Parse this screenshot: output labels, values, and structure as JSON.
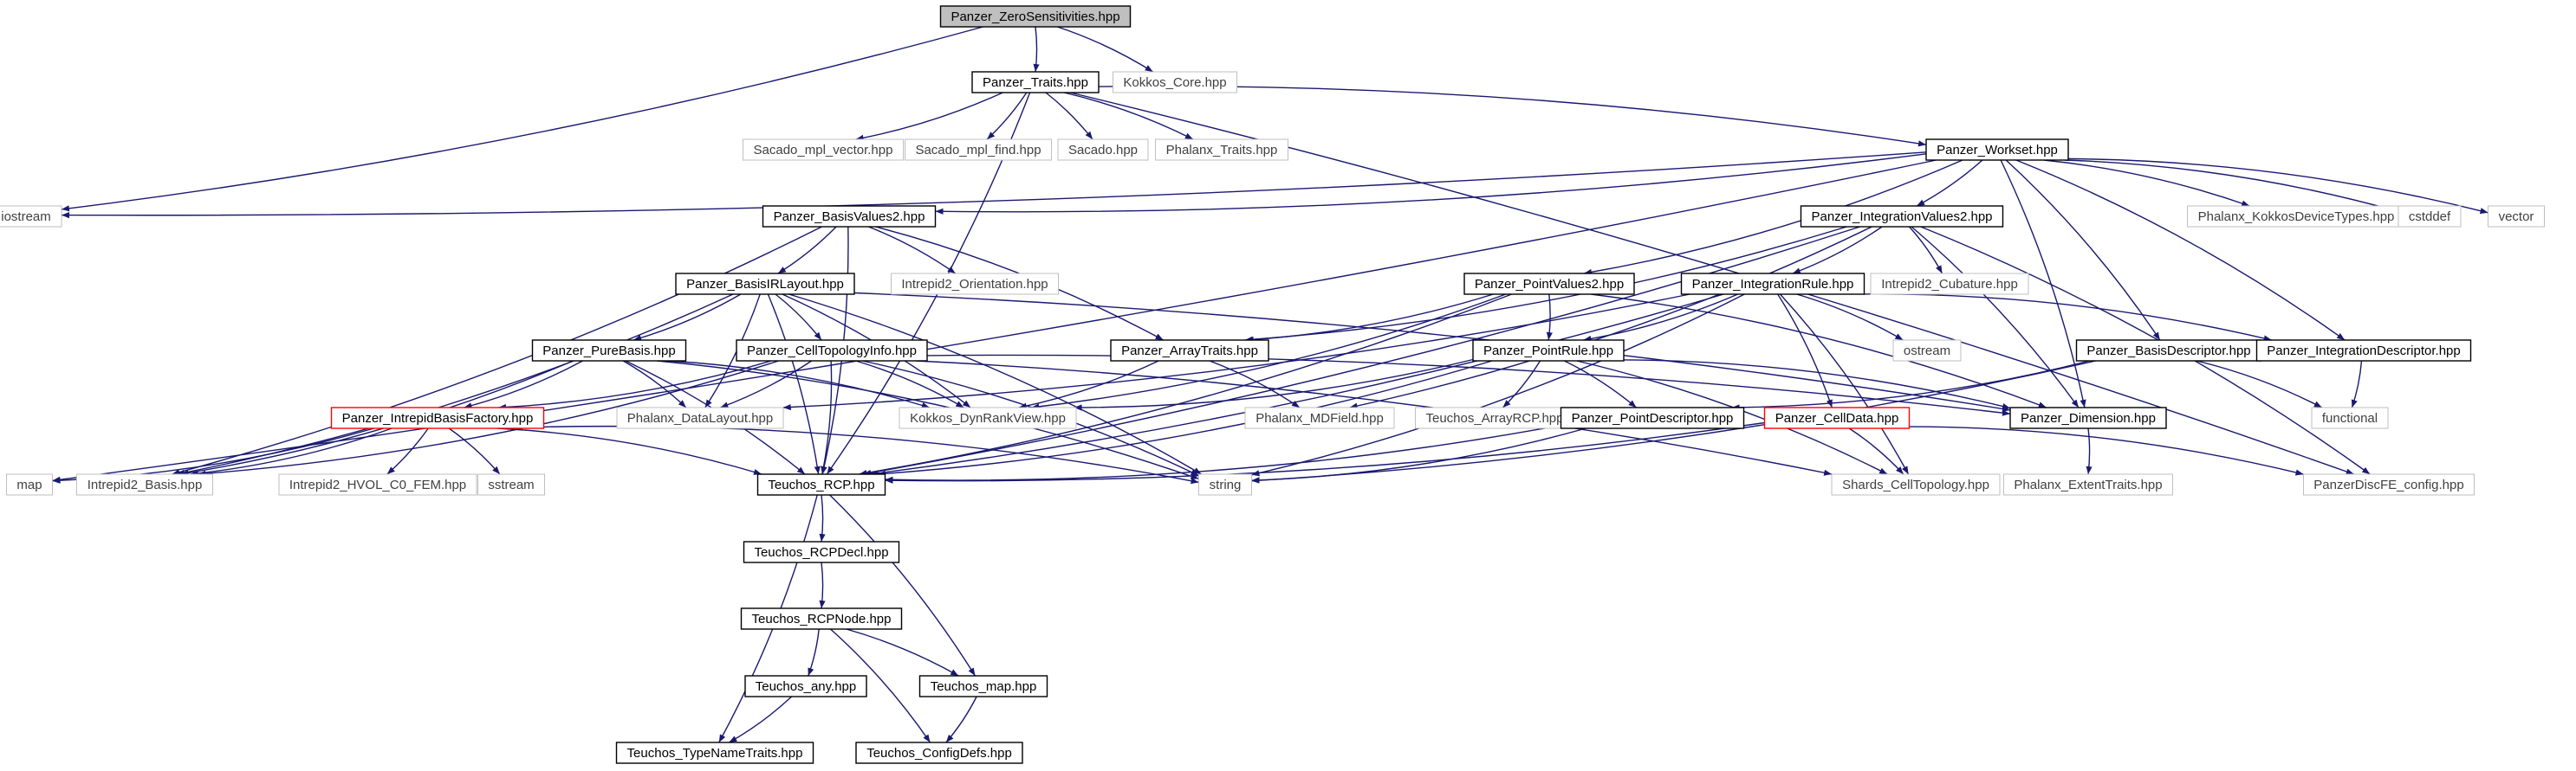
{
  "diagram": {
    "root": "root",
    "colors": {
      "edge": "#191970",
      "border_doc": "#000000",
      "border_ext": "#bfbfbf",
      "border_undoc": "#ff0000",
      "fill_root": "#bfbfbf",
      "fill": "#ffffff",
      "text_doc": "#000000",
      "text_ext": "#404040"
    },
    "nodes": [
      {
        "id": "root",
        "label": "Panzer_ZeroSensitivities.hpp",
        "kind": "root"
      },
      {
        "id": "traits",
        "label": "Panzer_Traits.hpp",
        "kind": "doc"
      },
      {
        "id": "kokkos_core",
        "label": "Kokkos_Core.hpp",
        "kind": "ext"
      },
      {
        "id": "iostream",
        "label": "iostream",
        "kind": "ext"
      },
      {
        "id": "sacado_vec",
        "label": "Sacado_mpl_vector.hpp",
        "kind": "ext"
      },
      {
        "id": "sacado_find",
        "label": "Sacado_mpl_find.hpp",
        "kind": "ext"
      },
      {
        "id": "sacado",
        "label": "Sacado.hpp",
        "kind": "ext"
      },
      {
        "id": "phalanx_traits",
        "label": "Phalanx_Traits.hpp",
        "kind": "ext"
      },
      {
        "id": "workset",
        "label": "Panzer_Workset.hpp",
        "kind": "doc"
      },
      {
        "id": "basisvalues2",
        "label": "Panzer_BasisValues2.hpp",
        "kind": "doc"
      },
      {
        "id": "intvalues2",
        "label": "Panzer_IntegrationValues2.hpp",
        "kind": "doc"
      },
      {
        "id": "phalanx_kokkos",
        "label": "Phalanx_KokkosDeviceTypes.hpp",
        "kind": "ext"
      },
      {
        "id": "cstddef",
        "label": "cstddef",
        "kind": "ext"
      },
      {
        "id": "vector",
        "label": "vector",
        "kind": "ext"
      },
      {
        "id": "basisirlayout",
        "label": "Panzer_BasisIRLayout.hpp",
        "kind": "doc"
      },
      {
        "id": "intrepid_orient",
        "label": "Intrepid2_Orientation.hpp",
        "kind": "ext"
      },
      {
        "id": "pointvalues2",
        "label": "Panzer_PointValues2.hpp",
        "kind": "doc"
      },
      {
        "id": "intrule",
        "label": "Panzer_IntegrationRule.hpp",
        "kind": "doc"
      },
      {
        "id": "intrepid_cub",
        "label": "Intrepid2_Cubature.hpp",
        "kind": "ext"
      },
      {
        "id": "purebasis",
        "label": "Panzer_PureBasis.hpp",
        "kind": "doc"
      },
      {
        "id": "celltopo",
        "label": "Panzer_CellTopologyInfo.hpp",
        "kind": "doc"
      },
      {
        "id": "arraytraits",
        "label": "Panzer_ArrayTraits.hpp",
        "kind": "doc"
      },
      {
        "id": "pointrule",
        "label": "Panzer_PointRule.hpp",
        "kind": "doc"
      },
      {
        "id": "ostream",
        "label": "ostream",
        "kind": "ext"
      },
      {
        "id": "basisdesc",
        "label": "Panzer_BasisDescriptor.hpp",
        "kind": "doc"
      },
      {
        "id": "intdesc",
        "label": "Panzer_IntegrationDescriptor.hpp",
        "kind": "doc"
      },
      {
        "id": "intrepidfactory",
        "label": "Panzer_IntrepidBasisFactory.hpp",
        "kind": "undoc"
      },
      {
        "id": "phalanx_dl",
        "label": "Phalanx_DataLayout.hpp",
        "kind": "ext"
      },
      {
        "id": "kokkos_drv",
        "label": "Kokkos_DynRankView.hpp",
        "kind": "ext"
      },
      {
        "id": "phalanx_mdf",
        "label": "Phalanx_MDField.hpp",
        "kind": "ext"
      },
      {
        "id": "teuchos_arcp",
        "label": "Teuchos_ArrayRCP.hpp",
        "kind": "ext"
      },
      {
        "id": "pointdesc",
        "label": "Panzer_PointDescriptor.hpp",
        "kind": "doc"
      },
      {
        "id": "celldata",
        "label": "Panzer_CellData.hpp",
        "kind": "undoc"
      },
      {
        "id": "dimension",
        "label": "Panzer_Dimension.hpp",
        "kind": "doc"
      },
      {
        "id": "functional",
        "label": "functional",
        "kind": "ext"
      },
      {
        "id": "map",
        "label": "map",
        "kind": "ext"
      },
      {
        "id": "intrepid_basis",
        "label": "Intrepid2_Basis.hpp",
        "kind": "ext"
      },
      {
        "id": "intrepid_hvol",
        "label": "Intrepid2_HVOL_C0_FEM.hpp",
        "kind": "ext"
      },
      {
        "id": "sstream",
        "label": "sstream",
        "kind": "ext"
      },
      {
        "id": "rcp",
        "label": "Teuchos_RCP.hpp",
        "kind": "doc"
      },
      {
        "id": "string",
        "label": "string",
        "kind": "ext"
      },
      {
        "id": "shards",
        "label": "Shards_CellTopology.hpp",
        "kind": "ext"
      },
      {
        "id": "phalanx_extent",
        "label": "Phalanx_ExtentTraits.hpp",
        "kind": "ext"
      },
      {
        "id": "discfe",
        "label": "PanzerDiscFE_config.hpp",
        "kind": "ext"
      },
      {
        "id": "rcpdecl",
        "label": "Teuchos_RCPDecl.hpp",
        "kind": "doc"
      },
      {
        "id": "rcpnode",
        "label": "Teuchos_RCPNode.hpp",
        "kind": "doc"
      },
      {
        "id": "teuchos_any",
        "label": "Teuchos_any.hpp",
        "kind": "doc"
      },
      {
        "id": "teuchos_map",
        "label": "Teuchos_map.hpp",
        "kind": "doc"
      },
      {
        "id": "typenametraits",
        "label": "Teuchos_TypeNameTraits.hpp",
        "kind": "doc"
      },
      {
        "id": "configdefs",
        "label": "Teuchos_ConfigDefs.hpp",
        "kind": "doc"
      }
    ],
    "edges": [
      [
        "root",
        "traits"
      ],
      [
        "root",
        "kokkos_core"
      ],
      [
        "root",
        "iostream"
      ],
      [
        "traits",
        "sacado_vec"
      ],
      [
        "traits",
        "sacado_find"
      ],
      [
        "traits",
        "sacado"
      ],
      [
        "traits",
        "phalanx_traits"
      ],
      [
        "traits",
        "workset"
      ],
      [
        "traits",
        "rcp"
      ],
      [
        "traits",
        "discfe"
      ],
      [
        "workset",
        "iostream"
      ],
      [
        "workset",
        "basisvalues2"
      ],
      [
        "workset",
        "intvalues2"
      ],
      [
        "workset",
        "pointvalues2"
      ],
      [
        "workset",
        "phalanx_kokkos"
      ],
      [
        "workset",
        "cstddef"
      ],
      [
        "workset",
        "vector"
      ],
      [
        "workset",
        "basisdesc"
      ],
      [
        "workset",
        "intdesc"
      ],
      [
        "workset",
        "dimension"
      ],
      [
        "workset",
        "map"
      ],
      [
        "basisvalues2",
        "basisirlayout"
      ],
      [
        "basisvalues2",
        "intrepid_orient"
      ],
      [
        "basisvalues2",
        "arraytraits"
      ],
      [
        "basisvalues2",
        "rcp"
      ],
      [
        "basisvalues2",
        "intrepid_basis"
      ],
      [
        "intvalues2",
        "intrule"
      ],
      [
        "intvalues2",
        "intrepid_cub"
      ],
      [
        "intvalues2",
        "arraytraits"
      ],
      [
        "intvalues2",
        "rcp"
      ],
      [
        "intvalues2",
        "dimension"
      ],
      [
        "intvalues2",
        "discfe"
      ],
      [
        "intvalues2",
        "phalanx_mdf"
      ],
      [
        "basisirlayout",
        "purebasis"
      ],
      [
        "basisirlayout",
        "celltopo"
      ],
      [
        "basisirlayout",
        "phalanx_dl"
      ],
      [
        "basisirlayout",
        "kokkos_drv"
      ],
      [
        "basisirlayout",
        "intrepid_basis"
      ],
      [
        "basisirlayout",
        "string"
      ],
      [
        "basisirlayout",
        "rcp"
      ],
      [
        "basisirlayout",
        "dimension"
      ],
      [
        "pointvalues2",
        "pointrule"
      ],
      [
        "pointvalues2",
        "arraytraits"
      ],
      [
        "pointvalues2",
        "rcp"
      ],
      [
        "pointvalues2",
        "dimension"
      ],
      [
        "pointvalues2",
        "kokkos_drv"
      ],
      [
        "intrule",
        "pointrule"
      ],
      [
        "intrule",
        "ostream"
      ],
      [
        "intrule",
        "intdesc"
      ],
      [
        "intrule",
        "string"
      ],
      [
        "intrule",
        "shards"
      ],
      [
        "intrule",
        "celldata"
      ],
      [
        "intrule",
        "rcp"
      ],
      [
        "intrule",
        "phalanx_dl"
      ],
      [
        "purebasis",
        "intrepidfactory"
      ],
      [
        "purebasis",
        "phalanx_dl"
      ],
      [
        "purebasis",
        "kokkos_drv"
      ],
      [
        "purebasis",
        "rcp"
      ],
      [
        "purebasis",
        "string"
      ],
      [
        "purebasis",
        "intrepid_basis"
      ],
      [
        "celltopo",
        "phalanx_dl"
      ],
      [
        "celltopo",
        "kokkos_drv"
      ],
      [
        "celltopo",
        "rcp"
      ],
      [
        "celltopo",
        "string"
      ],
      [
        "celltopo",
        "shards"
      ],
      [
        "celltopo",
        "intrepid_basis"
      ],
      [
        "celltopo",
        "dimension"
      ],
      [
        "celltopo",
        "intrepidfactory"
      ],
      [
        "arraytraits",
        "kokkos_drv"
      ],
      [
        "arraytraits",
        "phalanx_mdf"
      ],
      [
        "pointrule",
        "pointdesc"
      ],
      [
        "pointrule",
        "teuchos_arcp"
      ],
      [
        "pointrule",
        "dimension"
      ],
      [
        "pointrule",
        "rcp"
      ],
      [
        "pointrule",
        "shards"
      ],
      [
        "pointrule",
        "kokkos_drv"
      ],
      [
        "basisdesc",
        "functional"
      ],
      [
        "basisdesc",
        "string"
      ],
      [
        "basisdesc",
        "pointdesc"
      ],
      [
        "intdesc",
        "functional"
      ],
      [
        "intrepidfactory",
        "sstream"
      ],
      [
        "intrepidfactory",
        "string"
      ],
      [
        "intrepidfactory",
        "map"
      ],
      [
        "intrepidfactory",
        "intrepid_basis"
      ],
      [
        "intrepidfactory",
        "intrepid_hvol"
      ],
      [
        "intrepidfactory",
        "rcp"
      ],
      [
        "pointdesc",
        "string"
      ],
      [
        "pointdesc",
        "rcp"
      ],
      [
        "celldata",
        "shards"
      ],
      [
        "celldata",
        "rcp"
      ],
      [
        "celldata",
        "discfe"
      ],
      [
        "dimension",
        "phalanx_extent"
      ],
      [
        "rcp",
        "rcpdecl"
      ],
      [
        "rcp",
        "typenametraits"
      ],
      [
        "rcp",
        "teuchos_map"
      ],
      [
        "rcpdecl",
        "rcpnode"
      ],
      [
        "rcpnode",
        "teuchos_any"
      ],
      [
        "rcpnode",
        "teuchos_map"
      ],
      [
        "rcpnode",
        "configdefs"
      ],
      [
        "teuchos_any",
        "typenametraits"
      ],
      [
        "teuchos_map",
        "configdefs"
      ]
    ]
  }
}
